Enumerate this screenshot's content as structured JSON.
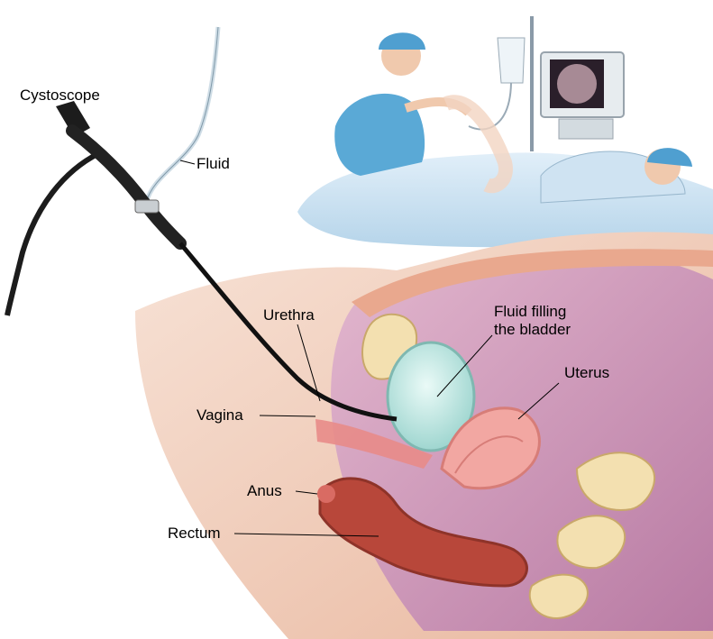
{
  "labels": {
    "cystoscope": "Cystoscope",
    "fluid": "Fluid",
    "urethra": "Urethra",
    "fluid_filling_line1": "Fluid filling",
    "fluid_filling_line2": "the bladder",
    "uterus": "Uterus",
    "vagina": "Vagina",
    "anus": "Anus",
    "rectum": "Rectum"
  },
  "colors": {
    "skin": "#f2d2bf",
    "pelvis_bg": "#d9a9c4",
    "bladder": "#cfeee9",
    "uterus": "#f2a7a2",
    "rectum": "#b8473a",
    "bone": "#f3e0b0",
    "scope": "#1c1c1c",
    "tube": "#e6eef3",
    "sheet": "#c7e1f2"
  }
}
